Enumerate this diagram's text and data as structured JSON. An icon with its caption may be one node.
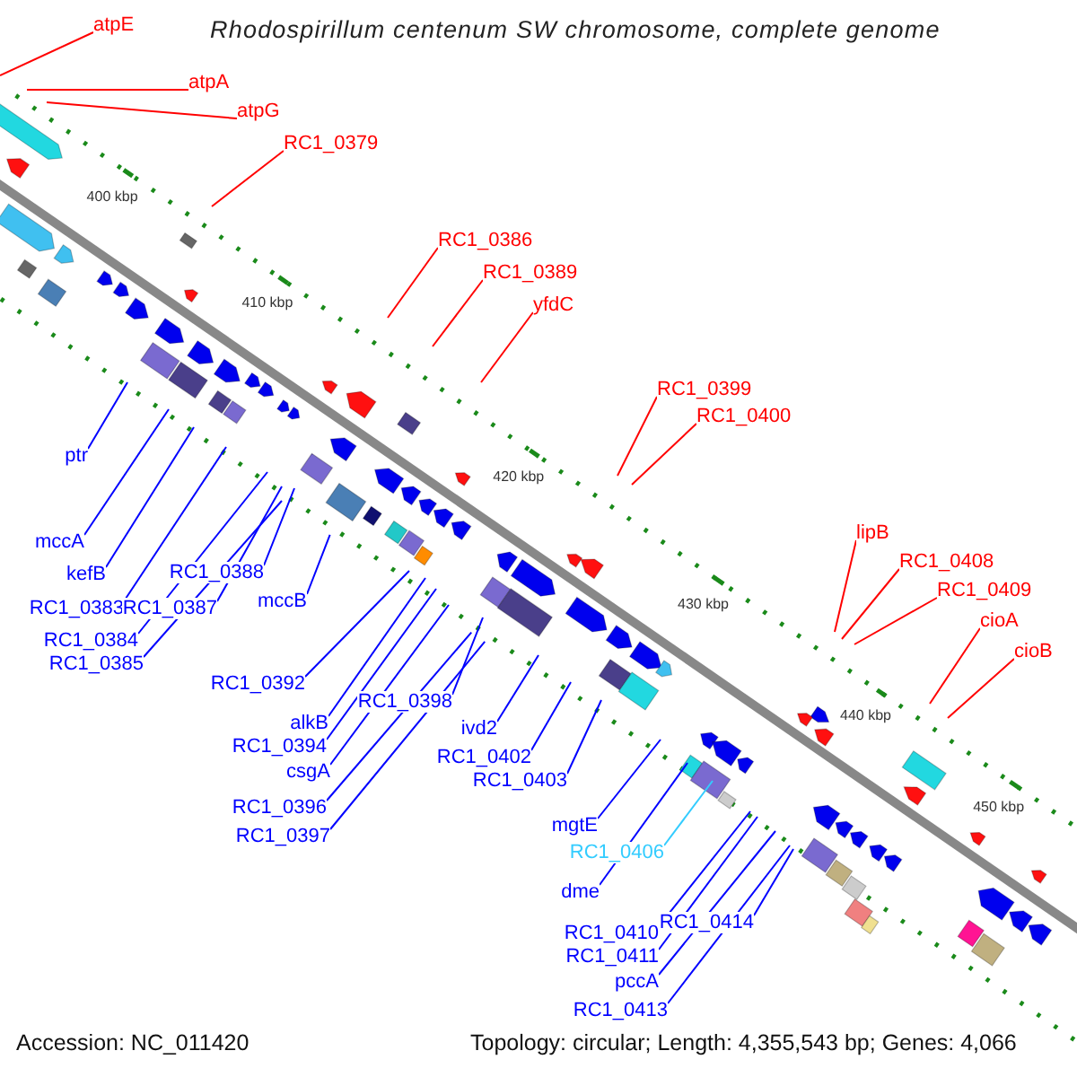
{
  "diagram": {
    "title": "Rhodospirillum centenum SW chromosome, complete genome",
    "nodes": [
      {
        "text": [
          "atpE"
        ]
      },
      {
        "text": [
          "atpA"
        ]
      },
      {
        "text": [
          "atpG"
        ]
      },
      {
        "text": [
          "RC1_0379"
        ]
      },
      {
        "text": [
          "RC1_0386"
        ]
      },
      {
        "text": [
          "RC1_0389"
        ]
      },
      {
        "text": [
          "yfdC"
        ]
      },
      {
        "text": [
          "RC1_0399"
        ]
      },
      {
        "text": [
          "RC1_0400"
        ]
      },
      {
        "text": [
          "lipB"
        ]
      },
      {
        "text": [
          "RC1_0408"
        ]
      },
      {
        "text": [
          "RC1_0409"
        ]
      },
      {
        "text": [
          "cioA"
        ]
      },
      {
        "text": [
          "cioB"
        ]
      },
      {
        "text": [
          "ptr"
        ]
      },
      {
        "text": [
          "mccA"
        ]
      },
      {
        "text": [
          "kefB"
        ]
      },
      {
        "text": [
          "RC1_0383"
        ]
      },
      {
        "text": [
          "RC1_0384"
        ]
      },
      {
        "text": [
          "RC1_0385"
        ]
      },
      {
        "text": [
          "RC1_0387"
        ]
      },
      {
        "text": [
          "RC1_0388"
        ]
      },
      {
        "text": [
          "mccB"
        ]
      },
      {
        "text": [
          "RC1_0392"
        ]
      },
      {
        "text": [
          "alkB"
        ]
      },
      {
        "text": [
          "RC1_0394"
        ]
      },
      {
        "text": [
          "csgA"
        ]
      },
      {
        "text": [
          "RC1_0396"
        ]
      },
      {
        "text": [
          "RC1_0397"
        ]
      },
      {
        "text": [
          "RC1_0398"
        ]
      },
      {
        "text": [
          "ivd2"
        ]
      },
      {
        "text": [
          "RC1_0402"
        ]
      },
      {
        "text": [
          "RC1_0403"
        ]
      },
      {
        "text": [
          "mgtE"
        ]
      },
      {
        "text": [
          "RC1_0406"
        ]
      },
      {
        "text": [
          "dme"
        ]
      },
      {
        "text": [
          "RC1_0410"
        ]
      },
      {
        "text": [
          "RC1_0414"
        ]
      },
      {
        "text": [
          "RC1_0411"
        ]
      },
      {
        "text": [
          "pccA"
        ]
      },
      {
        "text": [
          "RC1_0413"
        ]
      }
    ],
    "edges": [
      {
        "from": 0,
        "to": null,
        "arrow": "none",
        "color": "#ff0000"
      },
      {
        "from": 1,
        "to": null,
        "arrow": "none",
        "color": "#ff0000"
      },
      {
        "from": 2,
        "to": null,
        "arrow": "none",
        "color": "#ff0000"
      },
      {
        "from": 3,
        "to": null,
        "arrow": "none",
        "color": "#ff0000"
      },
      {
        "from": 4,
        "to": null,
        "arrow": "none",
        "color": "#ff0000"
      },
      {
        "from": 5,
        "to": null,
        "arrow": "none",
        "color": "#ff0000"
      },
      {
        "from": 6,
        "to": null,
        "arrow": "none",
        "color": "#ff0000"
      },
      {
        "from": 7,
        "to": null,
        "arrow": "none",
        "color": "#ff0000"
      },
      {
        "from": 8,
        "to": null,
        "arrow": "none",
        "color": "#ff0000"
      },
      {
        "from": 9,
        "to": null,
        "arrow": "none",
        "color": "#ff0000"
      },
      {
        "from": 10,
        "to": null,
        "arrow": "none",
        "color": "#ff0000"
      },
      {
        "from": 11,
        "to": null,
        "arrow": "none",
        "color": "#ff0000"
      },
      {
        "from": 12,
        "to": null,
        "arrow": "none",
        "color": "#ff0000"
      },
      {
        "from": 13,
        "to": null,
        "arrow": "none",
        "color": "#ff0000"
      },
      {
        "from": 14,
        "to": null,
        "arrow": "none"
      },
      {
        "from": 15,
        "to": null,
        "arrow": "none"
      },
      {
        "from": 16,
        "to": null,
        "arrow": "none"
      },
      {
        "from": 17,
        "to": null,
        "arrow": "none"
      },
      {
        "from": 18,
        "to": null,
        "arrow": "none"
      },
      {
        "from": 19,
        "to": null,
        "arrow": "none"
      },
      {
        "from": 20,
        "to": null,
        "arrow": "none"
      },
      {
        "from": 21,
        "to": null,
        "arrow": "none"
      },
      {
        "from": 22,
        "to": null,
        "arrow": "none"
      },
      {
        "from": 23,
        "to": null,
        "arrow": "none"
      },
      {
        "from": 24,
        "to": null,
        "arrow": "none"
      },
      {
        "from": 25,
        "to": null,
        "arrow": "none"
      },
      {
        "from": 26,
        "to": null,
        "arrow": "none"
      },
      {
        "from": 27,
        "to": null,
        "arrow": "none"
      },
      {
        "from": 28,
        "to": null,
        "arrow": "none"
      },
      {
        "from": 29,
        "to": null,
        "arrow": "none"
      },
      {
        "from": 30,
        "to": null,
        "arrow": "none"
      },
      {
        "from": 31,
        "to": null,
        "arrow": "none"
      },
      {
        "from": 32,
        "to": null,
        "arrow": "none"
      },
      {
        "from": 33,
        "to": null,
        "arrow": "none"
      },
      {
        "from": 34,
        "to": null,
        "arrow": "none",
        "color": "#33ccff"
      },
      {
        "from": 35,
        "to": null,
        "arrow": "none"
      },
      {
        "from": 36,
        "to": null,
        "arrow": "none"
      },
      {
        "from": 37,
        "to": null,
        "arrow": "none"
      },
      {
        "from": 38,
        "to": null,
        "arrow": "none"
      },
      {
        "from": 39,
        "to": null,
        "arrow": "none"
      },
      {
        "from": 40,
        "to": null,
        "arrow": "none"
      }
    ],
    "labels": [
      "400 kbp",
      "410 kbp",
      "420 kbp",
      "430 kbp",
      "440 kbp",
      "450 kbp",
      "Accession: NC_011420",
      "Topology: circular; Length: 4,355,543 bp; Genes: 4,066"
    ]
  }
}
